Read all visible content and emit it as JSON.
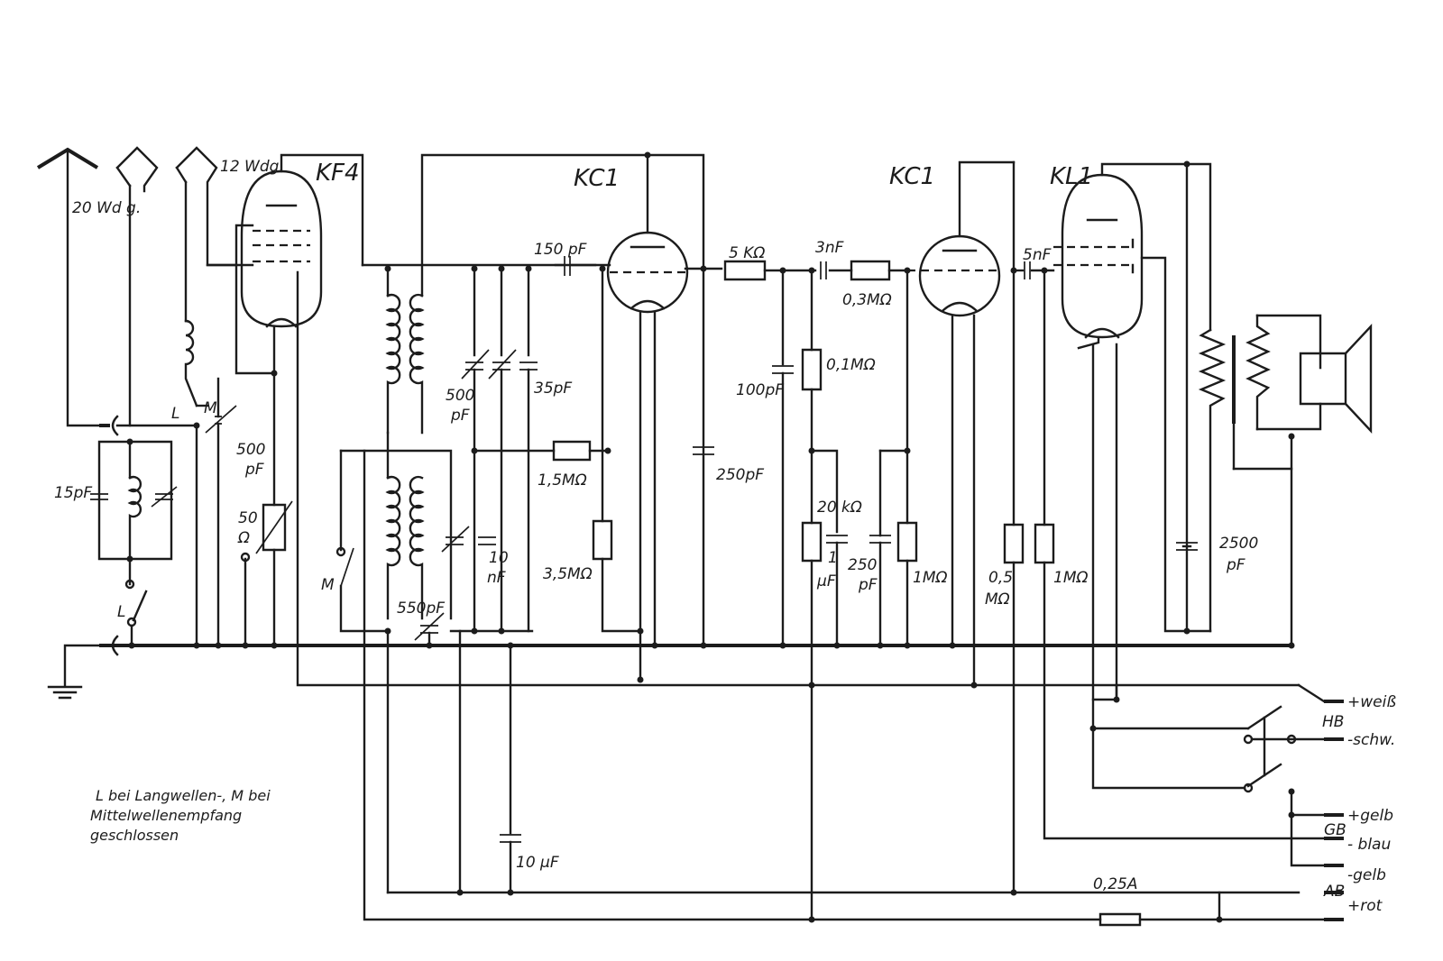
{
  "tubes": {
    "t1": "KF4",
    "t2": "KC1",
    "t3": "KC1",
    "t4": "KL1"
  },
  "labels": {
    "wdg12": "12 Wdg.",
    "wdg20": "20 Wd g.",
    "c15pf": "15pF",
    "sw_l1": "L",
    "sw_m1": "M",
    "c500pf_a": "500",
    "c500pf_a_unit": "pF",
    "r50": "50",
    "r50_unit": "Ω",
    "sw_l2": "L",
    "sw_m2": "M",
    "c500pf_b": "500",
    "c500pf_b_unit": "pF",
    "c35pf": "35pF",
    "c550pf": "550pF",
    "c10nf": "10",
    "c10nf_unit": "nF",
    "r15m": "1,5MΩ",
    "r35m": "3,5MΩ",
    "c150pf": "150 pF",
    "r5k": "5 KΩ",
    "c250pf_a": "250pF",
    "c3nf": "3nF",
    "r03m": "0,3MΩ",
    "c100pf": "100pF",
    "r01m": "0,1MΩ",
    "r20k": "20 kΩ",
    "c1uf": "1",
    "c1uf_unit": "μF",
    "c250pf_b": "250",
    "c250pf_b_unit": "pF",
    "r1m_a": "1MΩ",
    "c5nf": "5nF",
    "r05m": "0,5",
    "r05m_unit": "MΩ",
    "r1m_b": "1MΩ",
    "c2500pf": "2500",
    "c2500pf_unit": "pF",
    "c10uf": "10 μF",
    "fuse": "0,25A",
    "w_weiss": "+weiß",
    "hb": "HB",
    "w_schw": "-schw.",
    "w_gelb1": "+gelb",
    "gb": "GB",
    "w_blau": "- blau",
    "w_gelb2": "-gelb",
    "ab": "AB",
    "w_rot": "+rot"
  },
  "note": {
    "line1": "L bei Langwellen-, M bei",
    "line2": "Mittelwellenempfang",
    "line3": "geschlossen"
  }
}
